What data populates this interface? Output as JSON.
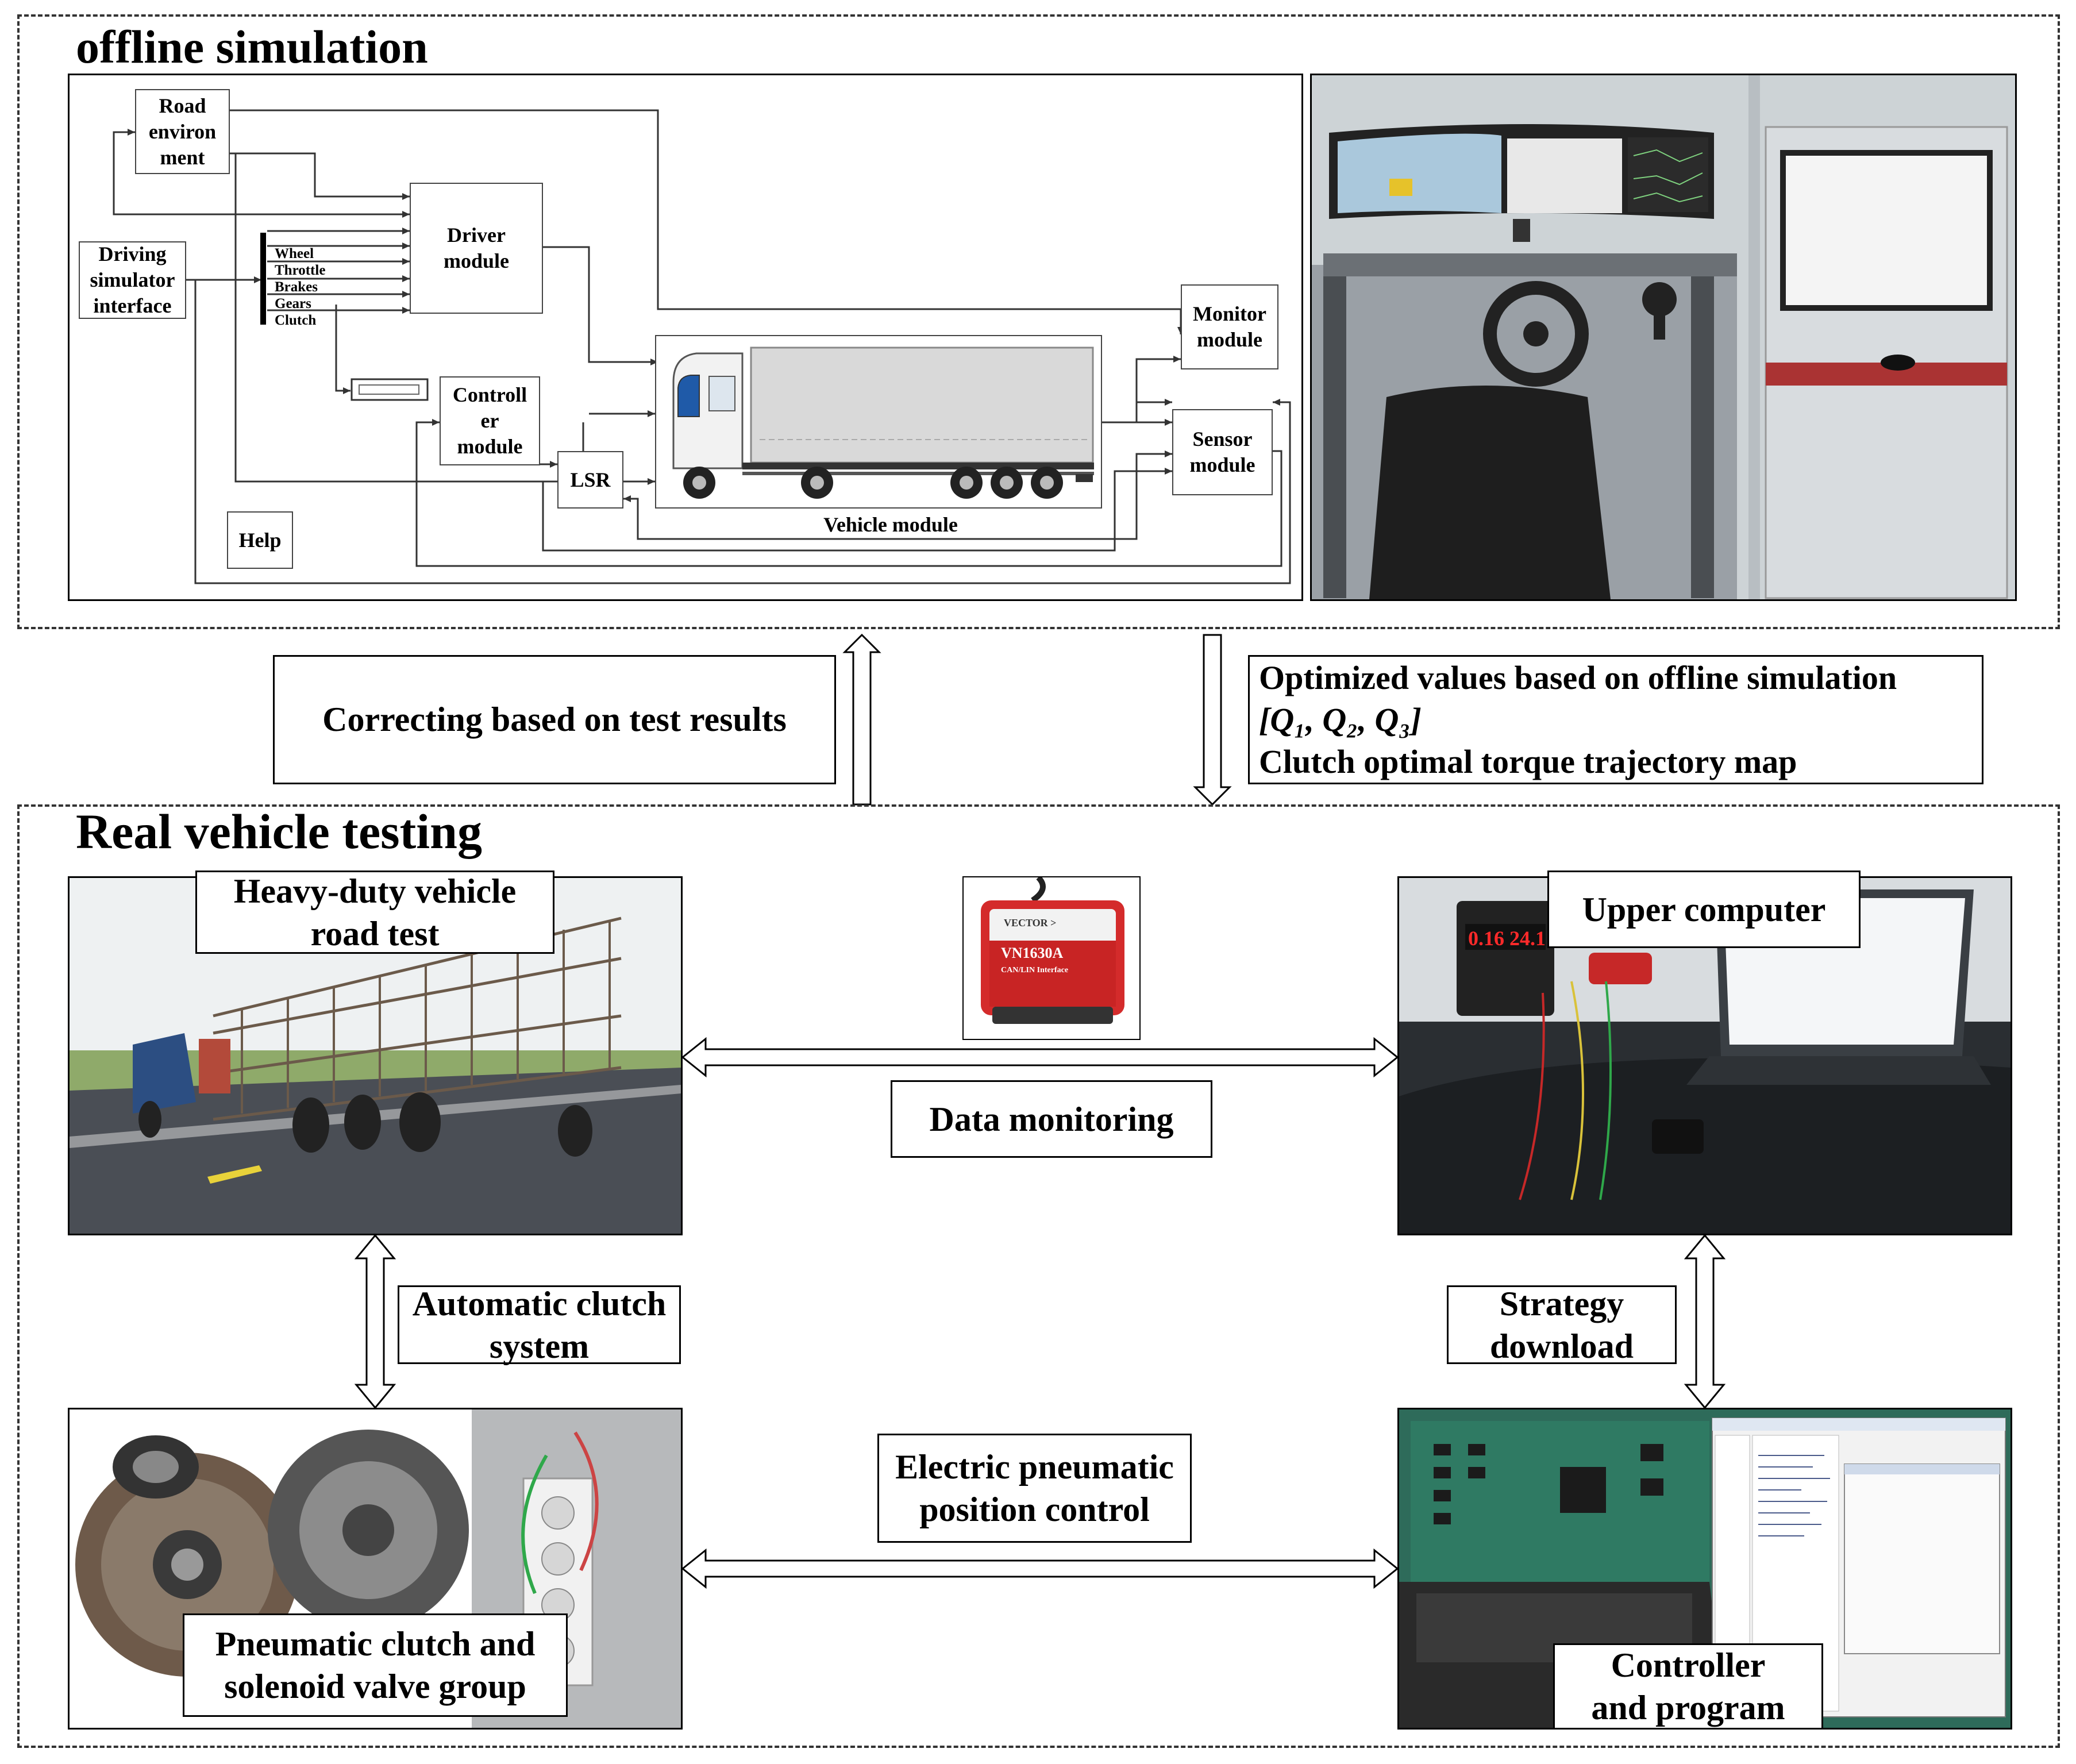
{
  "offline": {
    "title": "offline simulation",
    "blocks": {
      "road_env": [
        "Road",
        "environ",
        "ment"
      ],
      "driving_sim": [
        "Driving",
        "simulator",
        "interface"
      ],
      "driver": [
        "Driver",
        "module"
      ],
      "controller": [
        "Controll",
        "er",
        "module"
      ],
      "lsr": "LSR",
      "monitor": [
        "Monitor",
        "module"
      ],
      "sensor": [
        "Sensor",
        "module"
      ],
      "help": "Help",
      "vehicle": "Vehicle module"
    },
    "bus_signals": [
      "Wheel",
      "Throttle",
      "Brakes",
      "Gears",
      "Clutch"
    ]
  },
  "middle": {
    "correcting": "Correcting based on test results",
    "optimized": {
      "line1": "Optimized values based on offline simulation",
      "line2": "[Q₁, Q₂, Q₃]",
      "line3": "Clutch optimal torque trajectory map"
    }
  },
  "real": {
    "title": "Real vehicle testing",
    "road_test": [
      "Heavy-duty vehicle",
      "road test"
    ],
    "upper_computer": "Upper computer",
    "data_monitoring": "Data monitoring",
    "auto_clutch": [
      "Automatic clutch",
      "system"
    ],
    "strategy": [
      "Strategy",
      "download"
    ],
    "electric": [
      "Electric pneumatic",
      "position control"
    ],
    "pneumatic": [
      "Pneumatic clutch and",
      "solenoid valve group"
    ],
    "controller": [
      "Controller",
      "and program"
    ],
    "interface_device": {
      "brand": "VECTOR >",
      "model": "VN1630A",
      "subtitle": "CAN/LIN Interface"
    },
    "readout": "0.16  24.1"
  }
}
